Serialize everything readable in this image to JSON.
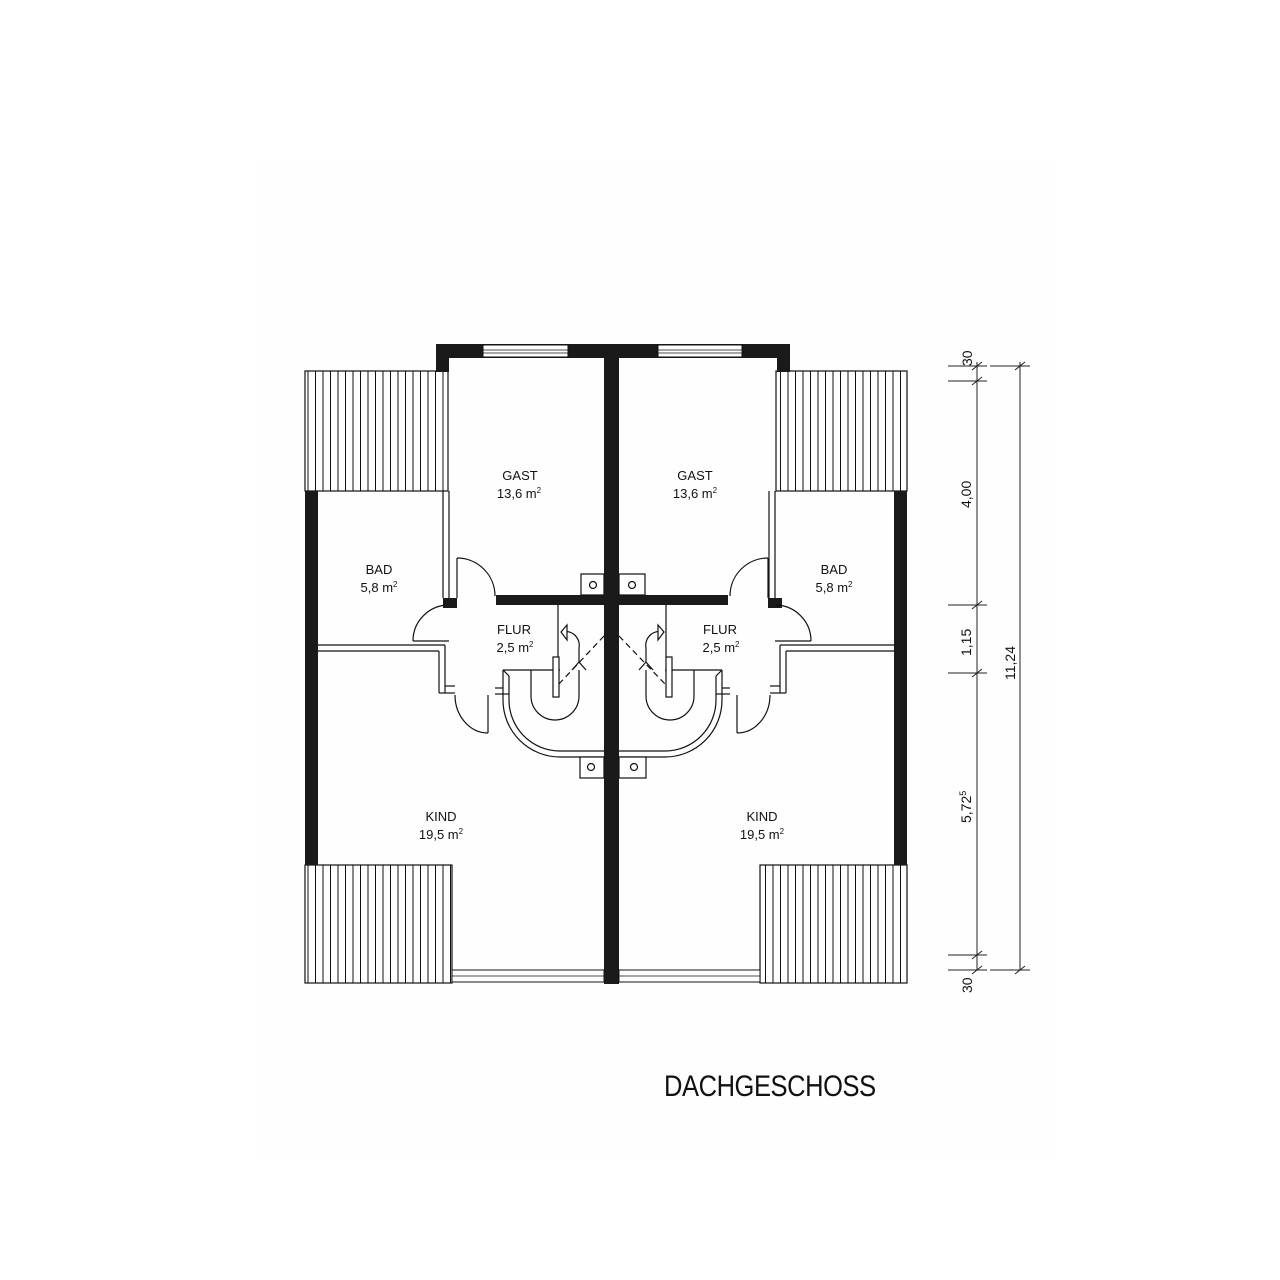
{
  "drawing": {
    "title": "DACHGESCHOSS",
    "wall_color": "#1a1a1a",
    "line_color": "#111111"
  },
  "rooms": {
    "left": {
      "gast": {
        "name": "GAST",
        "area": "13,6 m",
        "unit_sup": "2"
      },
      "bad": {
        "name": "BAD",
        "area": "5,8 m",
        "unit_sup": "2"
      },
      "flur": {
        "name": "FLUR",
        "area": "2,5 m",
        "unit_sup": "2"
      },
      "kind": {
        "name": "KIND",
        "area": "19,5 m",
        "unit_sup": "2"
      }
    },
    "right": {
      "gast": {
        "name": "GAST",
        "area": "13,6 m",
        "unit_sup": "2"
      },
      "bad": {
        "name": "BAD",
        "area": "5,8 m",
        "unit_sup": "2"
      },
      "flur": {
        "name": "FLUR",
        "area": "2,5 m",
        "unit_sup": "2"
      },
      "kind": {
        "name": "KIND",
        "area": "19,5 m",
        "unit_sup": "2"
      }
    }
  },
  "dimensions": {
    "top_wall": "30",
    "gast_depth": "4,00",
    "flur_depth": "1,15",
    "kind_depth": "5,72",
    "kind_depth_sup": "5",
    "bottom_wall": "30",
    "total": "11,24"
  }
}
